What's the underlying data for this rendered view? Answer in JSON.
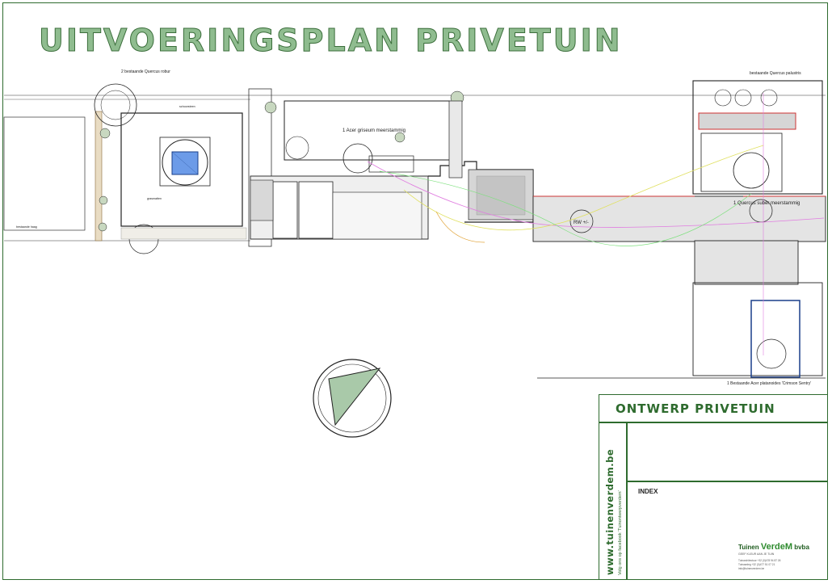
{
  "title": "UITVOERINGSPLAN PRIVETUIN",
  "title_block": {
    "heading": "ONTWERP PRIVETUIN",
    "index_label": "INDEX",
    "website": "www.tuinenverdem.be",
    "facebook": "Volg ons op facebook 'Tuinontwerpverdem'",
    "logo_name_prefix": "Tuinen ",
    "logo_name_brand": "VerdeM",
    "logo_name_suffix": " bvba",
    "logo_tagline": "GEEF KLEUR AAN JE TUIN",
    "logo_contact_1": "Tuinarchitectuur +32 (0)478 94 87 26",
    "logo_contact_2": "Tuinaanleg +32 (0)477 51 07 21",
    "logo_contact_3": "info@tuinenverdem.be"
  },
  "labels": {
    "quercus_robur": "2 bestaande Quercus robur",
    "quercus_palustris": "bestaande Quercus palustris",
    "acer_griseum": "1 Acer griseum meerstammig",
    "quercus_suber": "1 Quercus suber meerstammig",
    "acer_crimson": "1 Bestaande Acer platanoides 'Crimson Sentry'",
    "rw": "RW +/-",
    "grasmatten": "grasmatten",
    "bestaande_haag": "bestaande haag",
    "schoorsteen": "schoorsteen"
  }
}
